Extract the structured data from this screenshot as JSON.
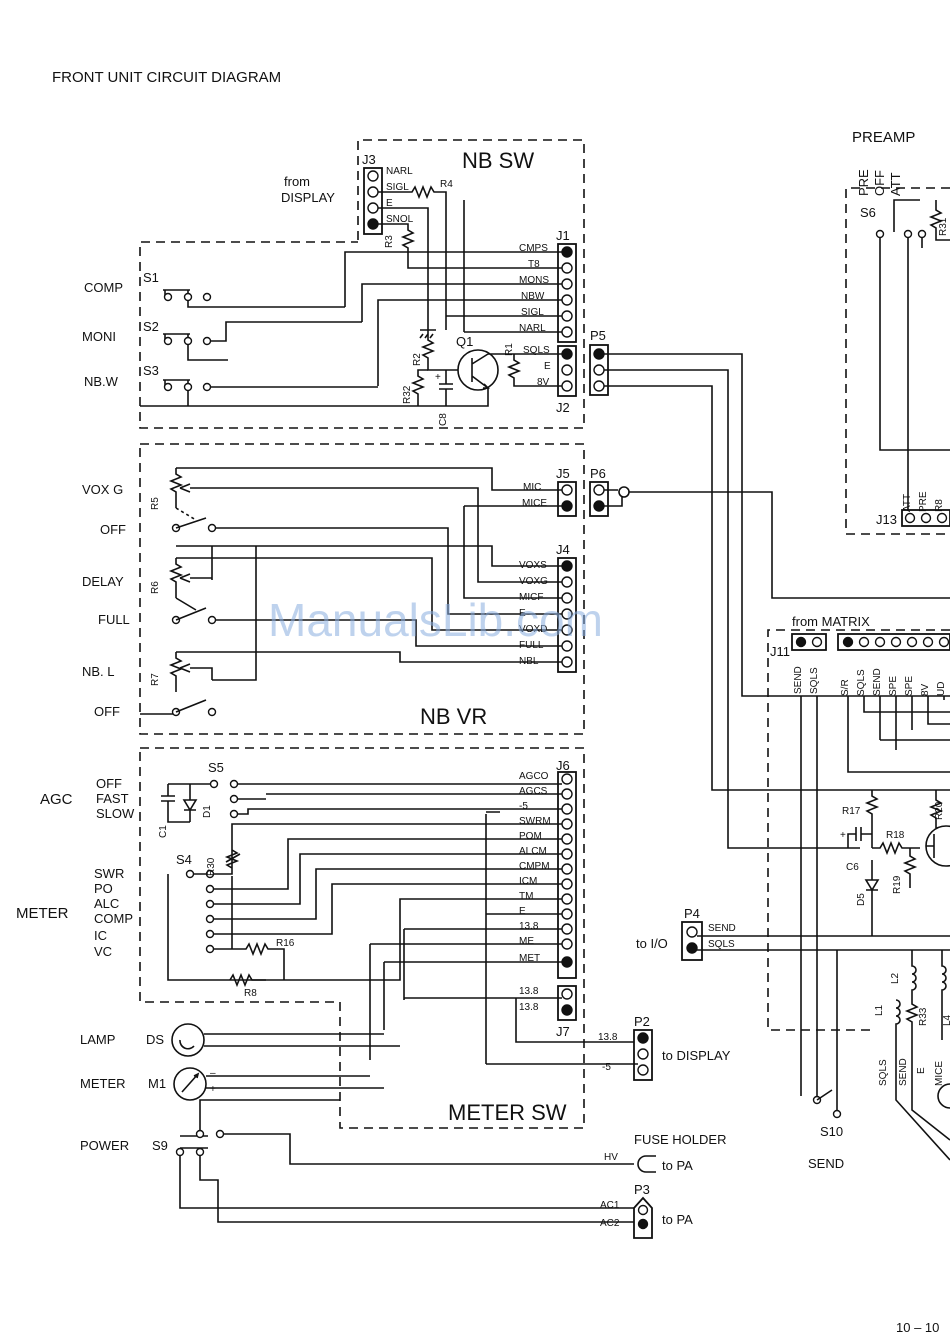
{
  "title": "FRONT UNIT CIRCUIT DIAGRAM",
  "page_number": "10 – 10",
  "watermark": "ManualsLib.com",
  "blocks": {
    "nb_sw": "NB SW",
    "nb_vr": "NB VR",
    "meter_sw": "METER SW",
    "preamp": "PREAMP"
  },
  "notes": {
    "from_display_1": "from",
    "from_display_2": "DISPLAY",
    "from_matrix": "from MATRIX",
    "to_io": "to I/O",
    "to_display": "to DISPLAY",
    "to_pa_1": "to PA",
    "to_pa_2": "to PA",
    "fuse_holder": "FUSE HOLDER"
  },
  "switch_labels": {
    "comp": "COMP",
    "moni": "MONI",
    "nbw": "NB.W",
    "vox_g": "VOX G",
    "off1": "OFF",
    "delay": "DELAY",
    "full": "FULL",
    "nbl": "NB. L",
    "off2": "OFF",
    "agc": "AGC",
    "agc_off": "OFF",
    "agc_fast": "FAST",
    "agc_slow": "SLOW",
    "meter": "METER",
    "swr": "SWR",
    "po": "PO",
    "alc": "ALC",
    "compm": "COMP",
    "ic": "IC",
    "vc": "VC",
    "lamp": "LAMP",
    "meter_lbl": "METER",
    "power": "POWER",
    "send": "SEND",
    "pre": "PRE",
    "off3": "OFF",
    "att": "ATT"
  },
  "refs": {
    "s1": "S1",
    "s2": "S2",
    "s3": "S3",
    "s4": "S4",
    "s5": "S5",
    "s6": "S6",
    "s9": "S9",
    "s10": "S10",
    "r1": "R1",
    "r2": "R2",
    "r3": "R3",
    "r4": "R4",
    "r5": "R5",
    "r6": "R6",
    "r7": "R7",
    "r8": "R8",
    "r16": "R16",
    "r17": "R17",
    "r18": "R18",
    "r19": "R19",
    "r20": "R20",
    "r30": "R30",
    "r31": "R31",
    "r32": "R32",
    "r33": "R33",
    "q1": "Q1",
    "c1": "C1",
    "c6": "C6",
    "c8": "C8",
    "d1": "D1",
    "d5": "D5",
    "l1": "L1",
    "l2": "L2",
    "l4": "L4",
    "ds": "DS",
    "m1": "M1",
    "j1": "J1",
    "j2": "J2",
    "j3": "J3",
    "j4": "J4",
    "j5": "J5",
    "j6": "J6",
    "j7": "J7",
    "j11": "J11",
    "j13": "J13",
    "p2": "P2",
    "p3": "P3",
    "p4": "P4",
    "p5": "P5",
    "p6": "P6"
  },
  "j3_pins": [
    "NARL",
    "SIGL",
    "E",
    "SNOL"
  ],
  "j1_pins": [
    "CMPS",
    "T8",
    "MONS",
    "NBW",
    "SIGL",
    "NARL"
  ],
  "j2_pins": [
    "SQLS",
    "E",
    "8V"
  ],
  "j5_pins": [
    "MIC",
    "MICE"
  ],
  "j4_pins": [
    "VOXS",
    "VOXG",
    "MICF",
    "E",
    "VOXD",
    "FULL",
    "NBL"
  ],
  "j6_pins": [
    "AGCO",
    "AGCS",
    "-5",
    "SWRM",
    "POM",
    "ALCM",
    "CMPM",
    "ICM",
    "TM",
    "E",
    "13.8",
    "ME",
    "MET"
  ],
  "j7_pins": [
    "13.8",
    "13.8"
  ],
  "p2_pins": [
    "13.8",
    "-5"
  ],
  "p3_pins": [
    "AC1",
    "AC2"
  ],
  "p4_pins": [
    "SEND",
    "SQLS"
  ],
  "fuse_pin": "HV",
  "j11_pins": [
    "SEND",
    "SQLS"
  ],
  "matrix_pins": [
    "S/R",
    "SQLS",
    "SEND",
    "SPE",
    "SPE",
    "8V",
    "UD"
  ],
  "j13_pins": [
    "ATT",
    "PRE",
    "R8"
  ],
  "bottom_right_pins": [
    "SQLS",
    "SEND",
    "E",
    "MICE"
  ],
  "meter_symbols": {
    "minus": "–",
    "plus": "+"
  }
}
